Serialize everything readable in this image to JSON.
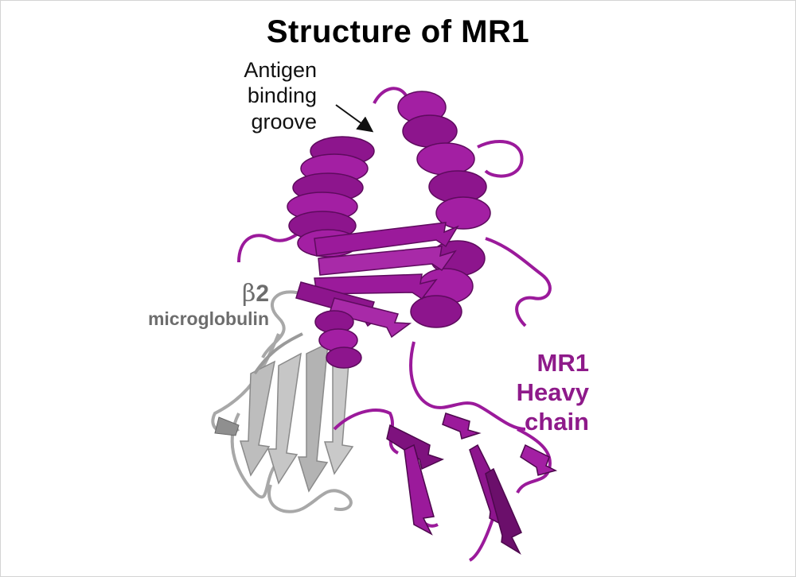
{
  "figure": {
    "title": "Structure of MR1",
    "labels": {
      "groove": [
        "Antigen",
        "binding",
        "groove"
      ],
      "beta2": {
        "symbol": "β",
        "number": "2",
        "word": "microglobulin"
      },
      "heavy_chain": [
        "MR1",
        "Heavy",
        "chain"
      ]
    }
  },
  "colors": {
    "heavy_chain": "#9b1a9b",
    "heavy_chain_dark": "#6b0f6b",
    "beta2": "#b8b8b8",
    "beta2_dark": "#7a7a7a",
    "heavy_label": "#8e1a8a",
    "beta_label": "#6d6d6d"
  },
  "icons": [
    "arrow-icon"
  ]
}
